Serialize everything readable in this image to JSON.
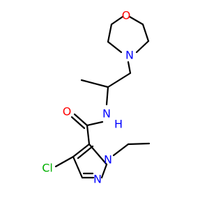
{
  "atoms": {
    "morpholine_oxygen": {
      "symbol": "O",
      "color": "#ff0000"
    },
    "morpholine_nitrogen": {
      "symbol": "N",
      "color": "#0000ff"
    },
    "amide_nitrogen": {
      "symbol": "N",
      "color": "#0000ff"
    },
    "amide_hydrogen": {
      "symbol": "H",
      "color": "#0000ff"
    },
    "carbonyl_oxygen": {
      "symbol": "O",
      "color": "#ff0000"
    },
    "chlorine": {
      "symbol": "Cl",
      "color": "#00b000"
    },
    "pyrazole_n1": {
      "symbol": "N",
      "color": "#0000ff"
    },
    "pyrazole_n2": {
      "symbol": "N",
      "color": "#0000ff"
    }
  }
}
